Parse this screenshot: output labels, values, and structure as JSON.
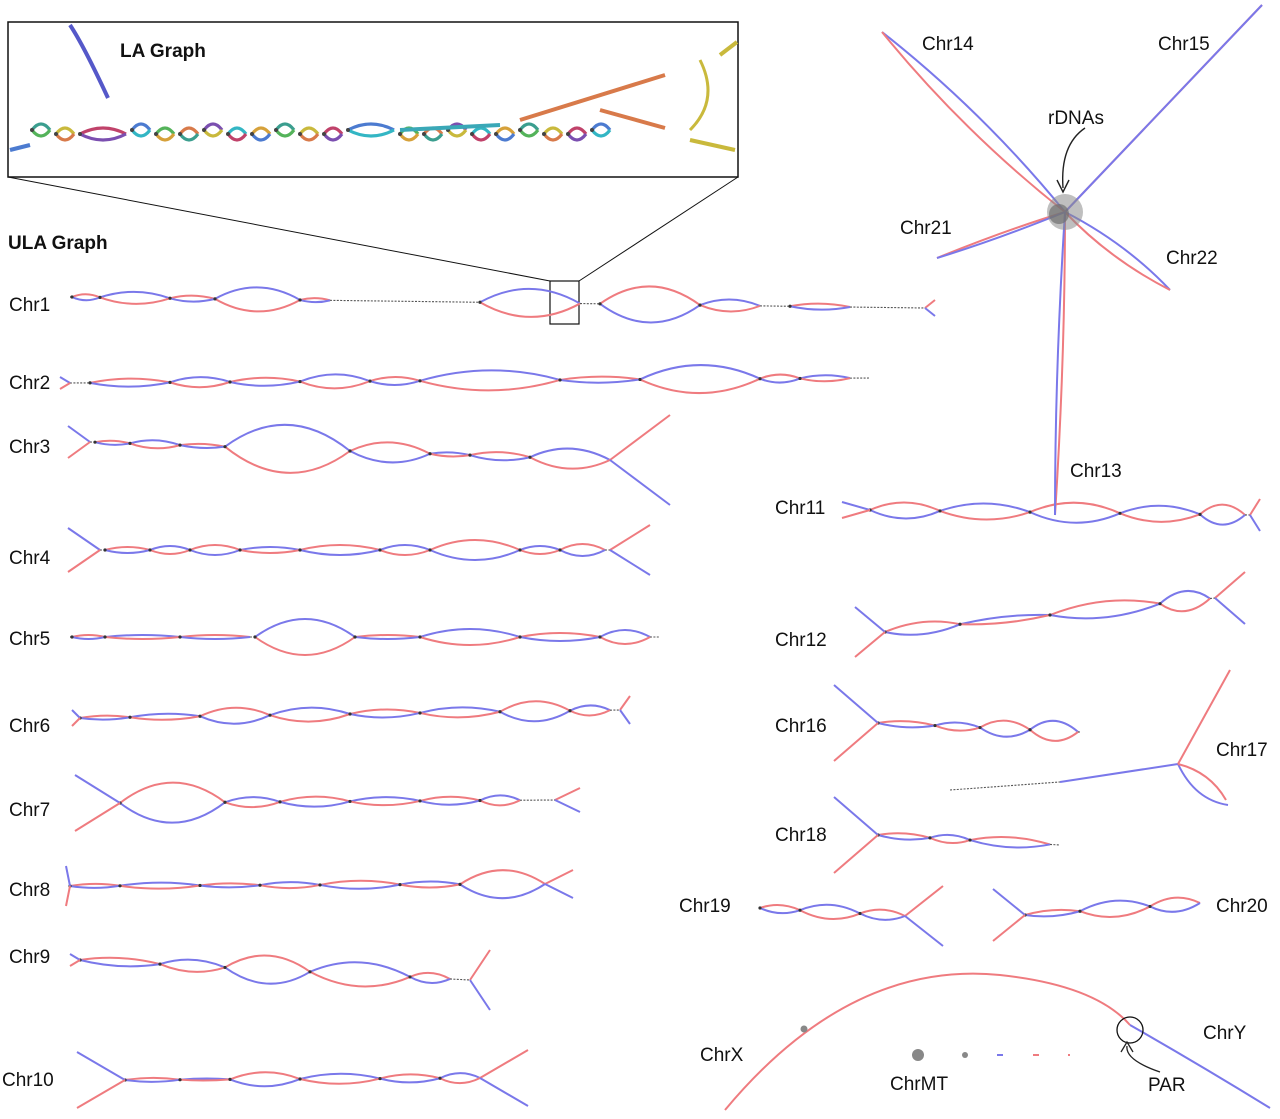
{
  "la_graph": {
    "title": "LA Graph"
  },
  "ula_graph": {
    "title": "ULA Graph"
  },
  "chromosomes": {
    "chr1": "Chr1",
    "chr2": "Chr2",
    "chr3": "Chr3",
    "chr4": "Chr4",
    "chr5": "Chr5",
    "chr6": "Chr6",
    "chr7": "Chr7",
    "chr8": "Chr8",
    "chr9": "Chr9",
    "chr10": "Chr10",
    "chr11": "Chr11",
    "chr12": "Chr12",
    "chr13": "Chr13",
    "chr14": "Chr14",
    "chr15": "Chr15",
    "chr16": "Chr16",
    "chr17": "Chr17",
    "chr18": "Chr18",
    "chr19": "Chr19",
    "chr20": "Chr20",
    "chr21": "Chr21",
    "chr22": "Chr22",
    "chrX": "ChrX",
    "chrY": "ChrY",
    "chrMT": "ChrMT"
  },
  "annotations": {
    "rdnas": "rDNAs",
    "par": "PAR"
  },
  "colors": {
    "maternal": "#ef7b7f",
    "paternal": "#7a78ea",
    "node": "#888888"
  }
}
